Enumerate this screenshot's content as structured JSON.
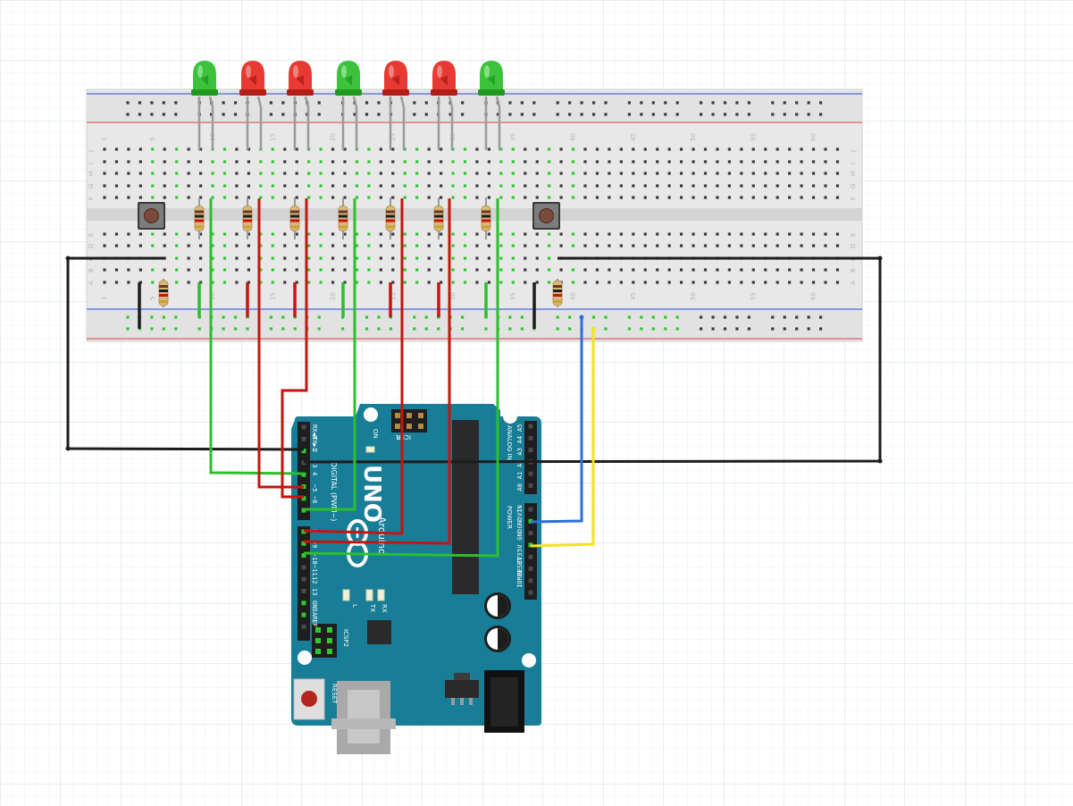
{
  "breadboard": {
    "column_numbers": [
      "1",
      "5",
      "10",
      "15",
      "20",
      "25",
      "30",
      "35",
      "40",
      "45",
      "50",
      "55",
      "60"
    ],
    "row_letters_top": [
      "J",
      "I",
      "H",
      "G",
      "F"
    ],
    "row_letters_bottom": [
      "E",
      "D",
      "C",
      "B",
      "A"
    ]
  },
  "leds": [
    {
      "color": "green"
    },
    {
      "color": "red"
    },
    {
      "color": "red"
    },
    {
      "color": "green"
    },
    {
      "color": "red"
    },
    {
      "color": "red"
    },
    {
      "color": "green"
    }
  ],
  "arduino": {
    "logo": "UNO",
    "brand": "Arduino",
    "digital_label": "DIGITAL (PWM~)",
    "analog_label": "ANALOG IN",
    "power_label": "POWER",
    "on_label": "ON",
    "icsp_label": "ICSP",
    "icsp2_label": "ICSP2",
    "icsp_one": "1",
    "reset_label": "RESET",
    "led_l": "L",
    "led_tx": "TX",
    "led_rx": "RX",
    "digital_pins": [
      "RX◀0",
      "TX▶1",
      "2",
      "~3",
      "4",
      "~5",
      "~6",
      "7",
      "8",
      "~9",
      "~10",
      "~11",
      "12",
      "13",
      "GND",
      "AREF"
    ],
    "analog_pins": [
      "A5",
      "A4",
      "A3",
      "A2",
      "A1",
      "A0"
    ],
    "power_pins": [
      "VIN",
      "GND",
      "GND",
      "5V",
      "3V3",
      "RESET",
      "IOREF"
    ]
  },
  "wire_colors": {
    "red": "#c4160e",
    "green": "#2bbf2b",
    "black": "#1c1c1c",
    "blue": "#2f6fd6",
    "yellow": "#f2e51a"
  },
  "board_color": "#187d96"
}
